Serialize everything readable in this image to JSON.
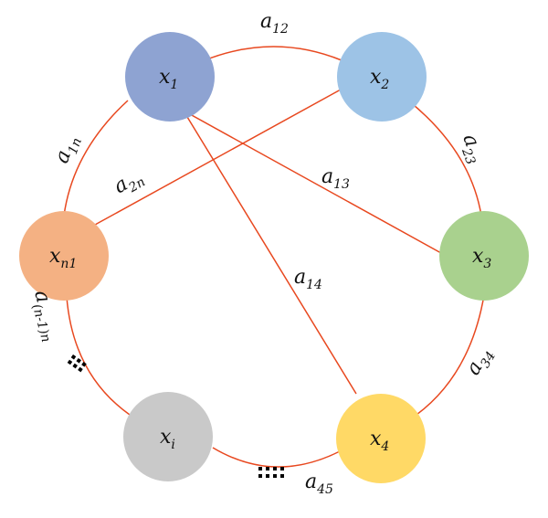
{
  "colors": {
    "edge": "#e8481f",
    "dots": "#000000"
  },
  "nodes": [
    {
      "id": "x1",
      "main": "x",
      "sub": "1",
      "color": "#8ea3d2"
    },
    {
      "id": "x2",
      "main": "x",
      "sub": "2",
      "color": "#9dc3e6"
    },
    {
      "id": "x3",
      "main": "x",
      "sub": "3",
      "color": "#a9d18e"
    },
    {
      "id": "x4",
      "main": "x",
      "sub": "4",
      "color": "#ffd966"
    },
    {
      "id": "xi",
      "main": "x",
      "sub": "i",
      "color": "#c9c9c9"
    },
    {
      "id": "xn1",
      "main": "x",
      "sub": "n1",
      "color": "#f4b183"
    }
  ],
  "edges": [
    {
      "id": "a12",
      "from": "x1",
      "to": "x2",
      "label_main": "a",
      "label_sub": "12"
    },
    {
      "id": "a23",
      "from": "x2",
      "to": "x3",
      "label_main": "a",
      "label_sub": "23"
    },
    {
      "id": "a34",
      "from": "x3",
      "to": "x4",
      "label_main": "a",
      "label_sub": "34"
    },
    {
      "id": "a45",
      "from": "x4",
      "to": "xi",
      "label_main": "a",
      "label_sub": "45"
    },
    {
      "id": "a1n",
      "from": "xn1",
      "to": "x1",
      "label_main": "a",
      "label_sub": "1n"
    },
    {
      "id": "a2n",
      "from": "x2",
      "to": "xn1",
      "label_main": "a",
      "label_sub": "2n"
    },
    {
      "id": "a13",
      "from": "x1",
      "to": "x3",
      "label_main": "a",
      "label_sub": "13"
    },
    {
      "id": "a14",
      "from": "x1",
      "to": "x4",
      "label_main": "a",
      "label_sub": "14"
    },
    {
      "id": "an1n",
      "from": "xn1",
      "to": "xi",
      "label_main": "a",
      "label_sub": "(n-1)n"
    }
  ]
}
